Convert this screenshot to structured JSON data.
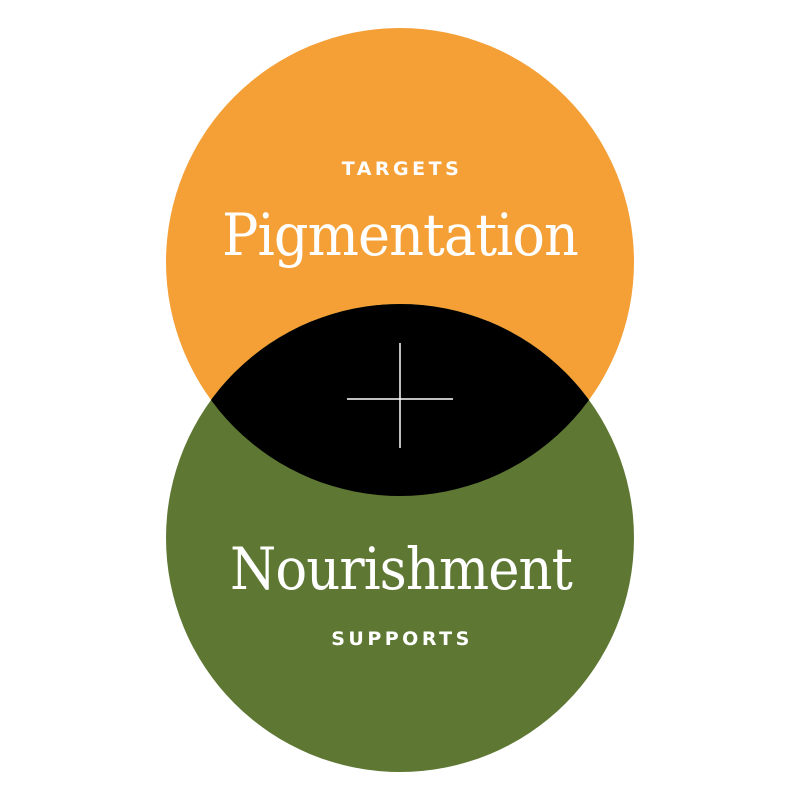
{
  "colors": {
    "top": "#F5A037",
    "bottom": "#5E7834",
    "overlap": "#000000",
    "text": "#FFFFFF"
  },
  "top_circle": {
    "label_small": "TARGETS",
    "label_big": "Pigmentation"
  },
  "bottom_circle": {
    "label_small": "SUPPORTS",
    "label_big": "Nourishment"
  },
  "overlap_icon": "plus-icon"
}
